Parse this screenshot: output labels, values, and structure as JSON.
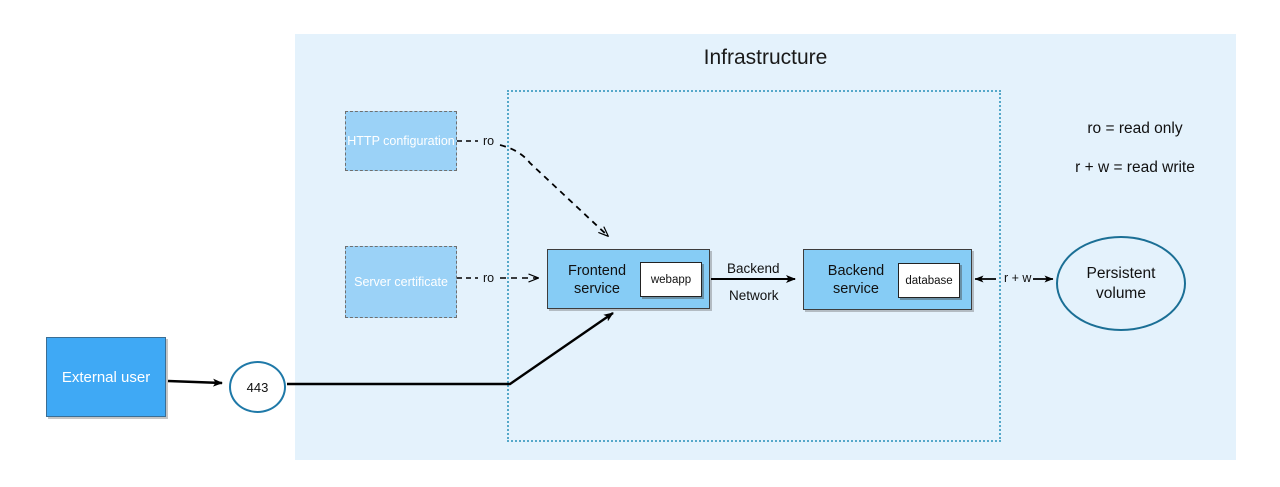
{
  "diagram": {
    "title": "Infrastructure",
    "background_color": "#ffffff",
    "panel_color": "#e4f2fc",
    "accent_color": "#3fa9f5",
    "boundary_color": "#55a8c9",
    "outline_color": "#1b6f95"
  },
  "nodes": {
    "http_config": {
      "label": "HTTP configuration",
      "fill": "#9bd2f7",
      "text_color": "#ffffff"
    },
    "server_certificate": {
      "label": "Server certificate",
      "fill": "#9bd2f7",
      "text_color": "#ffffff"
    },
    "frontend_service": {
      "label": "Frontend\nservice",
      "fill": "#86ccf5",
      "container": "webapp"
    },
    "backend_service": {
      "label": "Backend\nservice",
      "fill": "#86ccf5",
      "container": "database"
    },
    "external_user": {
      "label": "External user",
      "fill": "#3fa9f5",
      "text_color": "#ffffff"
    },
    "port": {
      "label": "443"
    },
    "persistent_volume": {
      "label": "Persistent\nvolume"
    }
  },
  "edges": {
    "http_config_to_frontend": {
      "label": "ro",
      "style": "dashed"
    },
    "certificate_to_frontend": {
      "label": "ro",
      "style": "dashed"
    },
    "frontend_to_backend": {
      "label_top": "Backend",
      "label_bottom": "Network",
      "style": "solid"
    },
    "backend_to_volume": {
      "label": "r + w",
      "style": "solid"
    },
    "user_to_port": {
      "label": "",
      "style": "solid"
    },
    "port_to_frontend": {
      "label": "",
      "style": "solid"
    }
  },
  "legend": {
    "lines": [
      "ro = read only",
      "r + w = read write"
    ]
  }
}
